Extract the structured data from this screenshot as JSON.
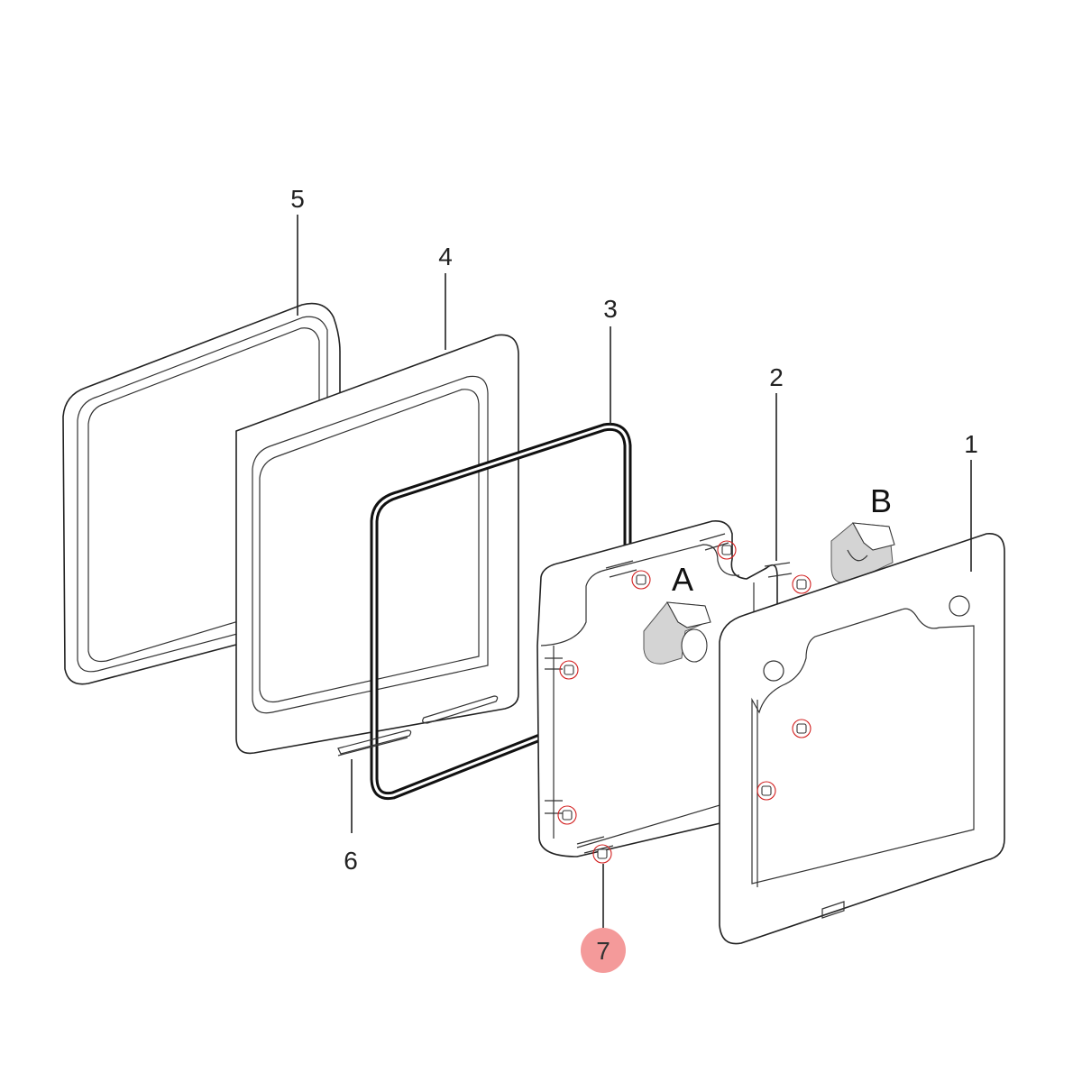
{
  "callouts": {
    "part_1": "1",
    "part_2": "2",
    "part_3": "3",
    "part_4": "4",
    "part_5": "5",
    "part_6": "6",
    "part_7": "7"
  },
  "details": {
    "detail_a": "A",
    "detail_b": "B"
  },
  "colors": {
    "highlight_badge": "#f49a9a",
    "marker_circles": "#d22020",
    "gasket": "#111111"
  }
}
